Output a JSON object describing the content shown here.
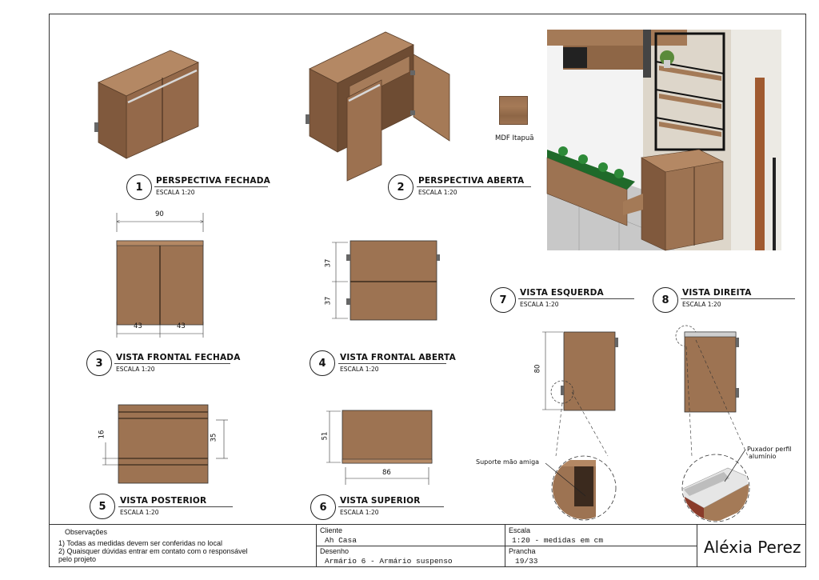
{
  "views": [
    {
      "num": "1",
      "title": "PERSPECTIVA FECHADA",
      "scale": "ESCALA 1:20"
    },
    {
      "num": "2",
      "title": "PERSPECTIVA ABERTA",
      "scale": "ESCALA 1:20"
    },
    {
      "num": "3",
      "title": "VISTA FRONTAL FECHADA",
      "scale": "ESCALA 1:20"
    },
    {
      "num": "4",
      "title": "VISTA FRONTAL ABERTA",
      "scale": "ESCALA 1:20"
    },
    {
      "num": "5",
      "title": "VISTA POSTERIOR",
      "scale": "ESCALA 1:20"
    },
    {
      "num": "6",
      "title": "VISTA SUPERIOR",
      "scale": "ESCALA 1:20"
    },
    {
      "num": "7",
      "title": "VISTA ESQUERDA",
      "scale": "ESCALA 1:20"
    },
    {
      "num": "8",
      "title": "VISTA DIREITA",
      "scale": "ESCALA 1:20"
    }
  ],
  "material": {
    "label": "MDF Itapuã",
    "color": "#a47a57"
  },
  "dimensions": {
    "front_width": "90",
    "front_half_left": "43",
    "front_half_right": "43",
    "open_upper": "37",
    "open_lower": "37",
    "back_strip": "16",
    "back_height": "35",
    "top_depth": "51",
    "top_width": "86",
    "side_height": "80"
  },
  "callouts": {
    "support": "Suporte mão amiga",
    "handle_line1": "Puxador perfil",
    "handle_line2": "alumínio"
  },
  "titleblock": {
    "obs_title": "Observações",
    "obs_1": "1) Todas as medidas devem ser conferidas no local",
    "obs_2": "2) Quaisquer dúvidas entrar em contato com o responsável",
    "obs_3": "pelo projeto",
    "client_label": "Cliente",
    "client_value": "Ah Casa",
    "drawing_label": "Desenho",
    "drawing_value": "Armário 6 - Armário suspenso",
    "scale_label": "Escala",
    "scale_value": "1:20 - medidas em cm",
    "sheet_label": "Prancha",
    "sheet_value": "19/33",
    "author": "Aléxia Perez"
  },
  "colors": {
    "wood": "#9d7352",
    "wood_dark": "#7a563a",
    "metal": "#cfcfcf"
  }
}
